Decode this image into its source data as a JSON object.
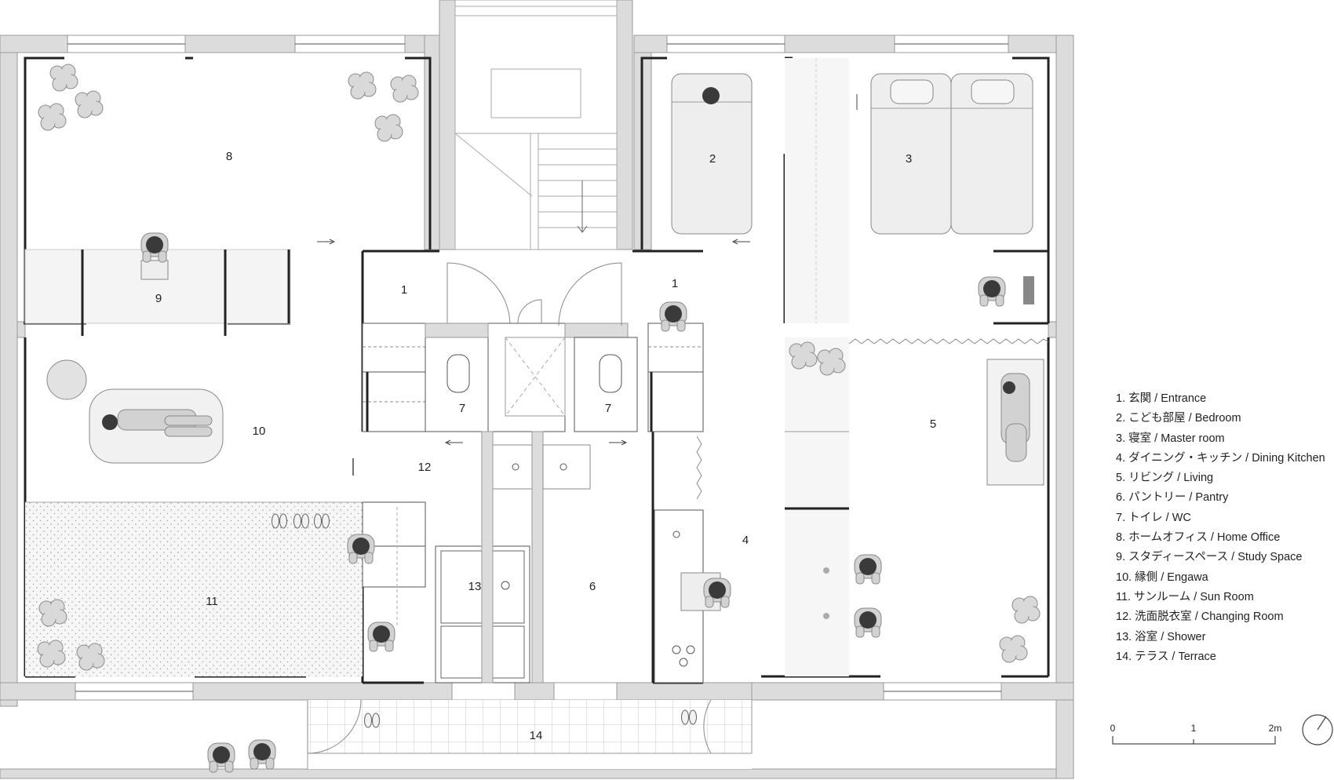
{
  "rooms": [
    {
      "id": "r8",
      "label": "8"
    },
    {
      "id": "r9",
      "label": "9"
    },
    {
      "id": "r10",
      "label": "10"
    },
    {
      "id": "r11",
      "label": "11"
    },
    {
      "id": "r1a",
      "label": "1"
    },
    {
      "id": "r12",
      "label": "12"
    },
    {
      "id": "r7a",
      "label": "7"
    },
    {
      "id": "r13",
      "label": "13"
    },
    {
      "id": "r7b",
      "label": "7"
    },
    {
      "id": "r6",
      "label": "6"
    },
    {
      "id": "r1b",
      "label": "1"
    },
    {
      "id": "r2",
      "label": "2"
    },
    {
      "id": "r3",
      "label": "3"
    },
    {
      "id": "r4",
      "label": "4"
    },
    {
      "id": "r5",
      "label": "5"
    },
    {
      "id": "r14",
      "label": "14"
    }
  ],
  "legend": [
    "1. 玄関 / Entrance",
    "2. こども部屋 / Bedroom",
    "3. 寝室 / Master room",
    "4. ダイニング・キッチン / Dining Kitchen",
    "5. リビング / Living",
    "6. パントリー / Pantry",
    "7. トイレ / WC",
    "8. ホームオフィス / Home Office",
    "9. スタディースペース / Study Space",
    "10. 縁側 / Engawa",
    "11. サンルーム / Sun Room",
    "12. 洗面脱衣室 / Changing Room",
    "13. 浴室 / Shower",
    "14. テラス / Terrace"
  ],
  "scale": {
    "labels": [
      "0",
      "1",
      "2m"
    ]
  },
  "icons": [
    "north-arrow-icon",
    "person-icon",
    "plant-icon",
    "bed-icon",
    "toilet-icon",
    "sink-icon",
    "stove-icon",
    "slippers-icon"
  ],
  "colors": {
    "wall": "#dcdcdc",
    "wall_edge": "#999999",
    "line": "#222222",
    "furniture": "#eeeeee",
    "person": "#3a3a3a",
    "sunroom": "#f4f4f4"
  }
}
